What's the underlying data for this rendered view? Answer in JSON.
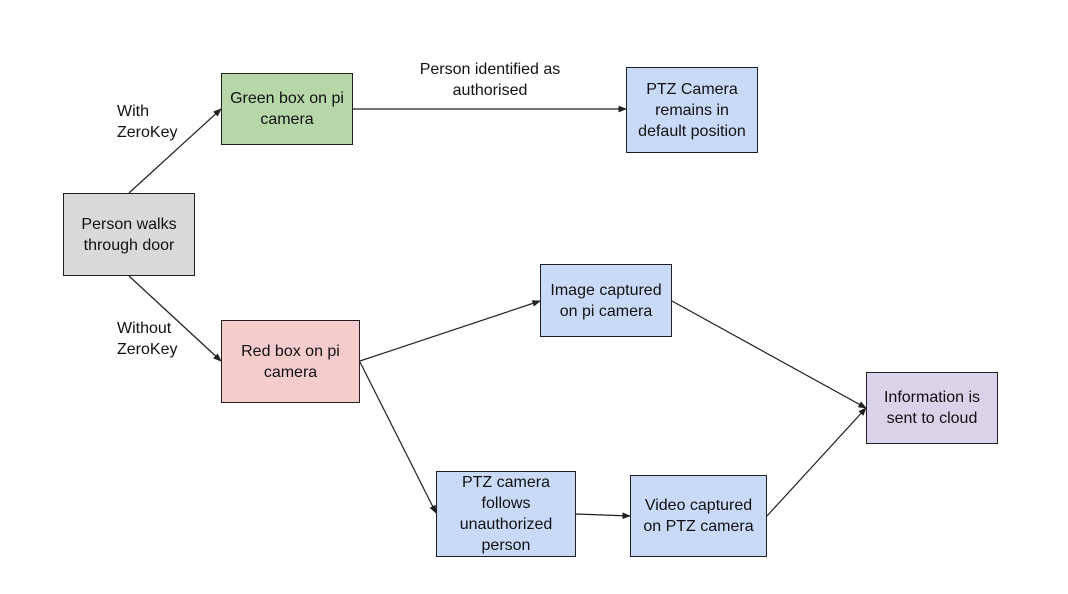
{
  "colors": {
    "start": "#d9d9d9",
    "authorised": "#b6d7a8",
    "unauthorised": "#f4cccc",
    "process": "#c9daf8",
    "final": "#d9d2e9",
    "stroke": "#1f1f1f"
  },
  "nodes": {
    "start": {
      "text": "Person walks through door"
    },
    "green_box": {
      "text": "Green box on pi camera"
    },
    "red_box": {
      "text": "Red box on pi camera"
    },
    "ptz_default": {
      "text": "PTZ Camera remains in default position"
    },
    "image_captured": {
      "text": "Image captured on pi camera"
    },
    "ptz_follows": {
      "text": "PTZ camera follows unauthorized person"
    },
    "video_captured": {
      "text": "Video captured on PTZ camera"
    },
    "cloud": {
      "text": "Information is sent to cloud"
    }
  },
  "edge_labels": {
    "with_zerokey": {
      "line1": "With",
      "line2": "ZeroKey"
    },
    "without_zerokey": {
      "line1": "Without",
      "line2": "ZeroKey"
    },
    "identified": {
      "line1": "Person identified as",
      "line2": "authorised"
    }
  }
}
